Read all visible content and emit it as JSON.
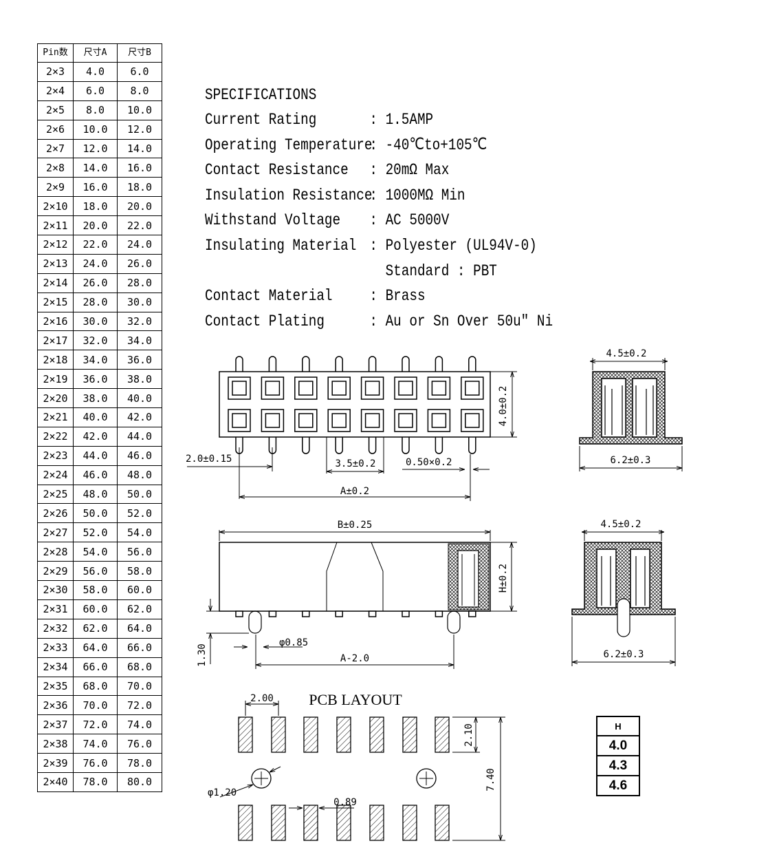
{
  "table": {
    "headers": [
      "Pin数",
      "尺寸A",
      "尺寸B"
    ],
    "rows": [
      [
        "2×3",
        "4.0",
        "6.0"
      ],
      [
        "2×4",
        "6.0",
        "8.0"
      ],
      [
        "2×5",
        "8.0",
        "10.0"
      ],
      [
        "2×6",
        "10.0",
        "12.0"
      ],
      [
        "2×7",
        "12.0",
        "14.0"
      ],
      [
        "2×8",
        "14.0",
        "16.0"
      ],
      [
        "2×9",
        "16.0",
        "18.0"
      ],
      [
        "2×10",
        "18.0",
        "20.0"
      ],
      [
        "2×11",
        "20.0",
        "22.0"
      ],
      [
        "2×12",
        "22.0",
        "24.0"
      ],
      [
        "2×13",
        "24.0",
        "26.0"
      ],
      [
        "2×14",
        "26.0",
        "28.0"
      ],
      [
        "2×15",
        "28.0",
        "30.0"
      ],
      [
        "2×16",
        "30.0",
        "32.0"
      ],
      [
        "2×17",
        "32.0",
        "34.0"
      ],
      [
        "2×18",
        "34.0",
        "36.0"
      ],
      [
        "2×19",
        "36.0",
        "38.0"
      ],
      [
        "2×20",
        "38.0",
        "40.0"
      ],
      [
        "2×21",
        "40.0",
        "42.0"
      ],
      [
        "2×22",
        "42.0",
        "44.0"
      ],
      [
        "2×23",
        "44.0",
        "46.0"
      ],
      [
        "2×24",
        "46.0",
        "48.0"
      ],
      [
        "2×25",
        "48.0",
        "50.0"
      ],
      [
        "2×26",
        "50.0",
        "52.0"
      ],
      [
        "2×27",
        "52.0",
        "54.0"
      ],
      [
        "2×28",
        "54.0",
        "56.0"
      ],
      [
        "2×29",
        "56.0",
        "58.0"
      ],
      [
        "2×30",
        "58.0",
        "60.0"
      ],
      [
        "2×31",
        "60.0",
        "62.0"
      ],
      [
        "2×32",
        "62.0",
        "64.0"
      ],
      [
        "2×33",
        "64.0",
        "66.0"
      ],
      [
        "2×34",
        "66.0",
        "68.0"
      ],
      [
        "2×35",
        "68.0",
        "70.0"
      ],
      [
        "2×36",
        "70.0",
        "72.0"
      ],
      [
        "2×37",
        "72.0",
        "74.0"
      ],
      [
        "2×38",
        "74.0",
        "76.0"
      ],
      [
        "2×39",
        "76.0",
        "78.0"
      ],
      [
        "2×40",
        "78.0",
        "80.0"
      ]
    ]
  },
  "specs": {
    "title": "SPECIFICATIONS",
    "items": [
      {
        "label": "Current Rating",
        "value": ": 1.5AMP"
      },
      {
        "label": "Operating Temperature",
        "value": ": -40℃to+105℃"
      },
      {
        "label": "Contact Resistance",
        "value": ": 20mΩ Max"
      },
      {
        "label": "Insulation Resistance",
        "value": ": 1000MΩ Min"
      },
      {
        "label": "Withstand Voltage",
        "value": ": AC 5000V"
      },
      {
        "label": "Insulating Material",
        "value": ": Polyester (UL94V-0)"
      },
      {
        "label": "",
        "value": "  Standard : PBT"
      },
      {
        "label": "Contact Material",
        "value": ": Brass"
      },
      {
        "label": "Contact Plating",
        "value": ": Au or Sn Over 50u\" Ni"
      }
    ]
  },
  "dims": {
    "top_height": "4.0±0.2",
    "pitch": "2.0±0.15",
    "gap": "3.5±0.2",
    "pin_size": "0.50×0.2",
    "a_dim": "A±0.2",
    "side_top_width": "4.5±0.2",
    "side_top_base": "6.2±0.3",
    "b_dim": "B±0.25",
    "h_dim": "H±0.2",
    "post_height": "1.30",
    "post_dia": "φ0.85",
    "a_minus": "A-2.0",
    "side_bot_width": "4.5±0.2",
    "side_bot_base": "6.2±0.3",
    "pcb_title": "PCB LAYOUT",
    "pcb_pitch": "2.00",
    "pad_len": "2.10",
    "pcb_total": "7.40",
    "hole_dia": "φ1.20",
    "pad_w": "0.89"
  },
  "h_table": {
    "header": "H",
    "values": [
      "4.0",
      "4.3",
      "4.6"
    ]
  }
}
